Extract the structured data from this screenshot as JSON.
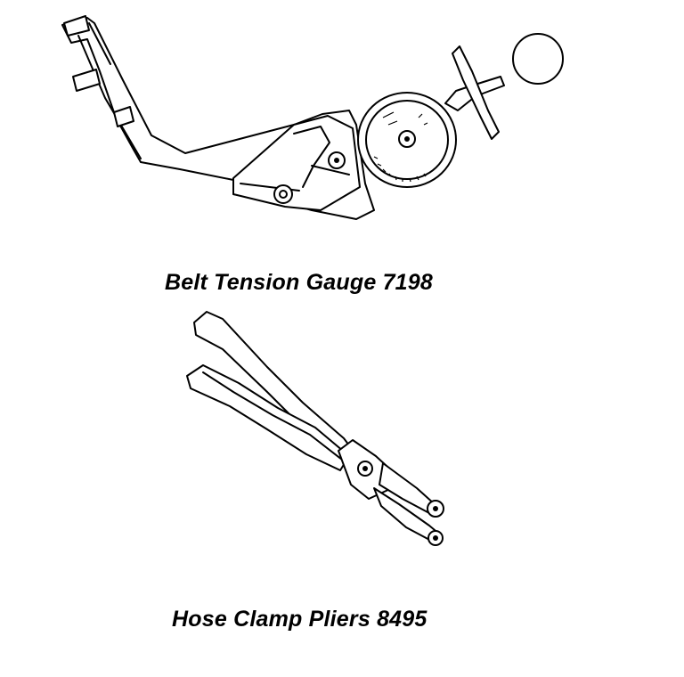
{
  "figures": [
    {
      "caption": "Belt Tension Gauge 7198",
      "icon": "belt-tension-gauge-illustration"
    },
    {
      "caption": "Hose Clamp Pliers 8495",
      "icon": "hose-clamp-pliers-illustration"
    }
  ],
  "colors": {
    "line": "#000000",
    "background": "#ffffff"
  }
}
